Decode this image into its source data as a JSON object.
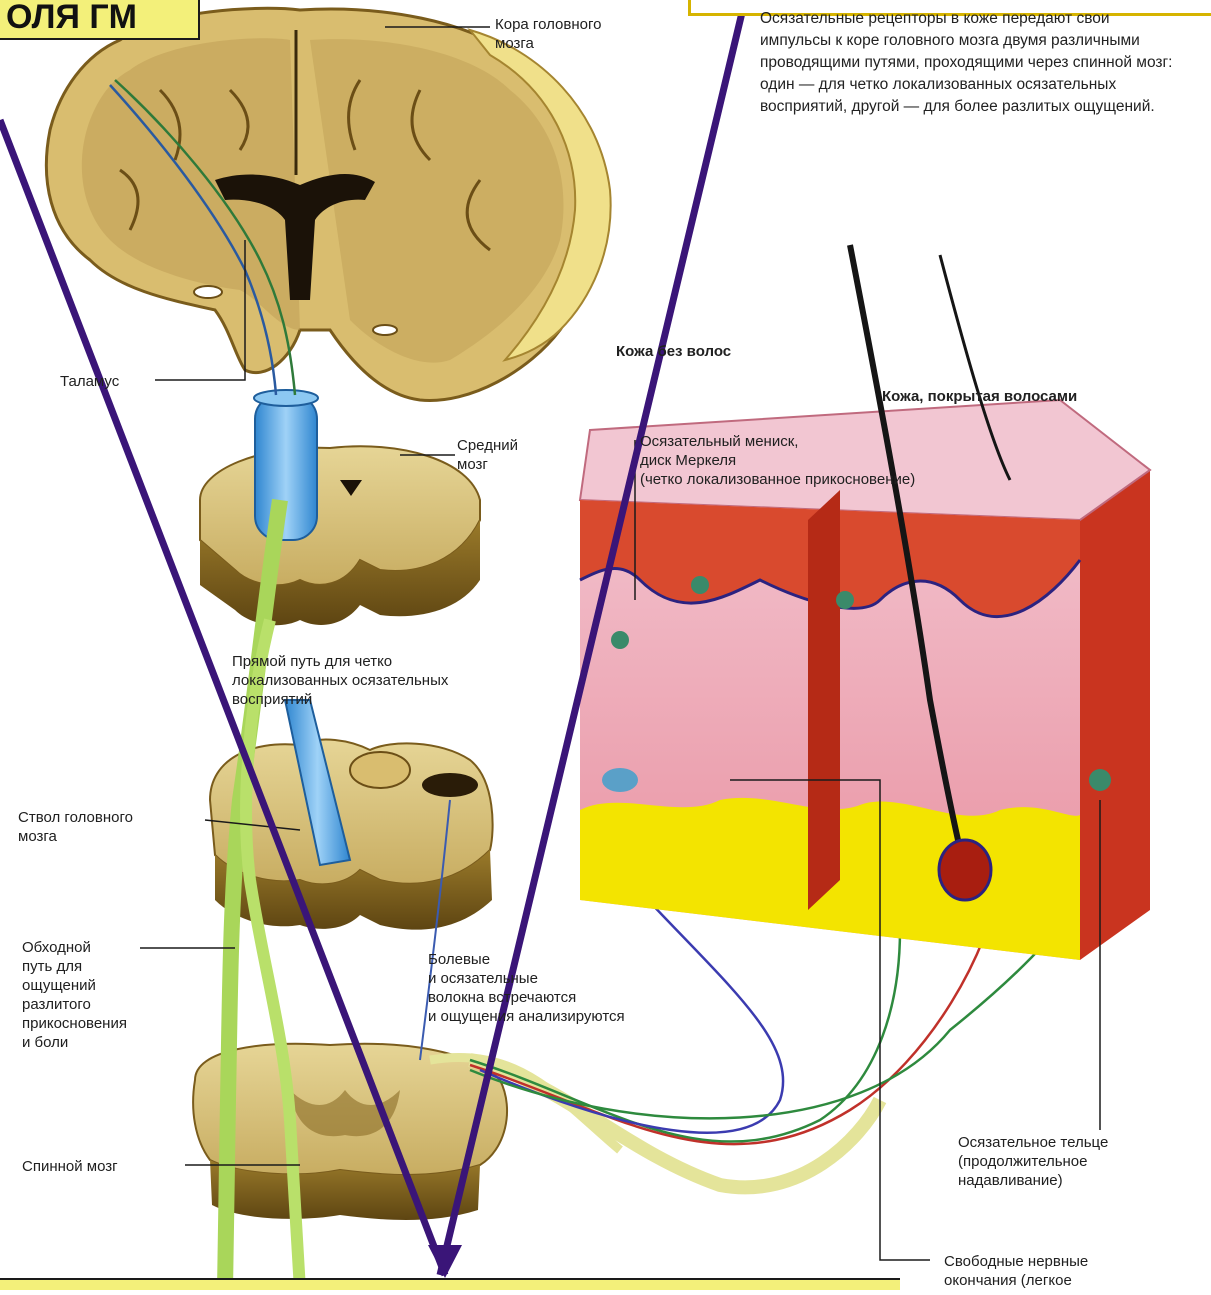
{
  "title": "ОЛЯ ГМ",
  "description": "Осязательные рецепторы в коже передают свои импульсы к коре головного мозга двумя различными проводящими путями, проходящими через спинной мозг: один — для четко локализованных осязательных восприятий, другой — для более разлитых ощущений.",
  "labels": {
    "cortex": "Кора головного\nмозга",
    "thalamus": "Таламус",
    "midbrain": "Средний\nмозг",
    "direct_path": "Прямой путь для четко\nлокализованных осязательных\nвосприятий",
    "brainstem": "Ствол головного\nмозга",
    "bypass_path": "Обходной\nпуть для\nощущений\nразлитого\nприкосновения\nи боли",
    "spinal_cord": "Спинной мозг",
    "pain_fibers": "Болевые\nи осязательные\nволокна встречаются\nи ощущения анализируются",
    "hairless_skin": "Кожа без волос",
    "hairy_skin": "Кожа, покрытая волосами",
    "merkel": "Осязательный мениск,\nдиск Меркеля\n(четко локализованное прикосновение)",
    "tactile_body": "Осязательное тельце\n(продолжительное\nнадавливание)",
    "free_endings": "Свободные нервные\nокончания (легкое"
  },
  "colors": {
    "title_bg": "#f3f07a",
    "arrow": "#3a1578",
    "brain_tissue": "#b89c52",
    "brain_light": "#e9dca0",
    "blue_tract": "#5aa9e6",
    "green_tract": "#a9d65a",
    "skin_pink": "#e98aa0",
    "skin_red": "#d23a2a",
    "fat_yellow": "#f3e400"
  }
}
